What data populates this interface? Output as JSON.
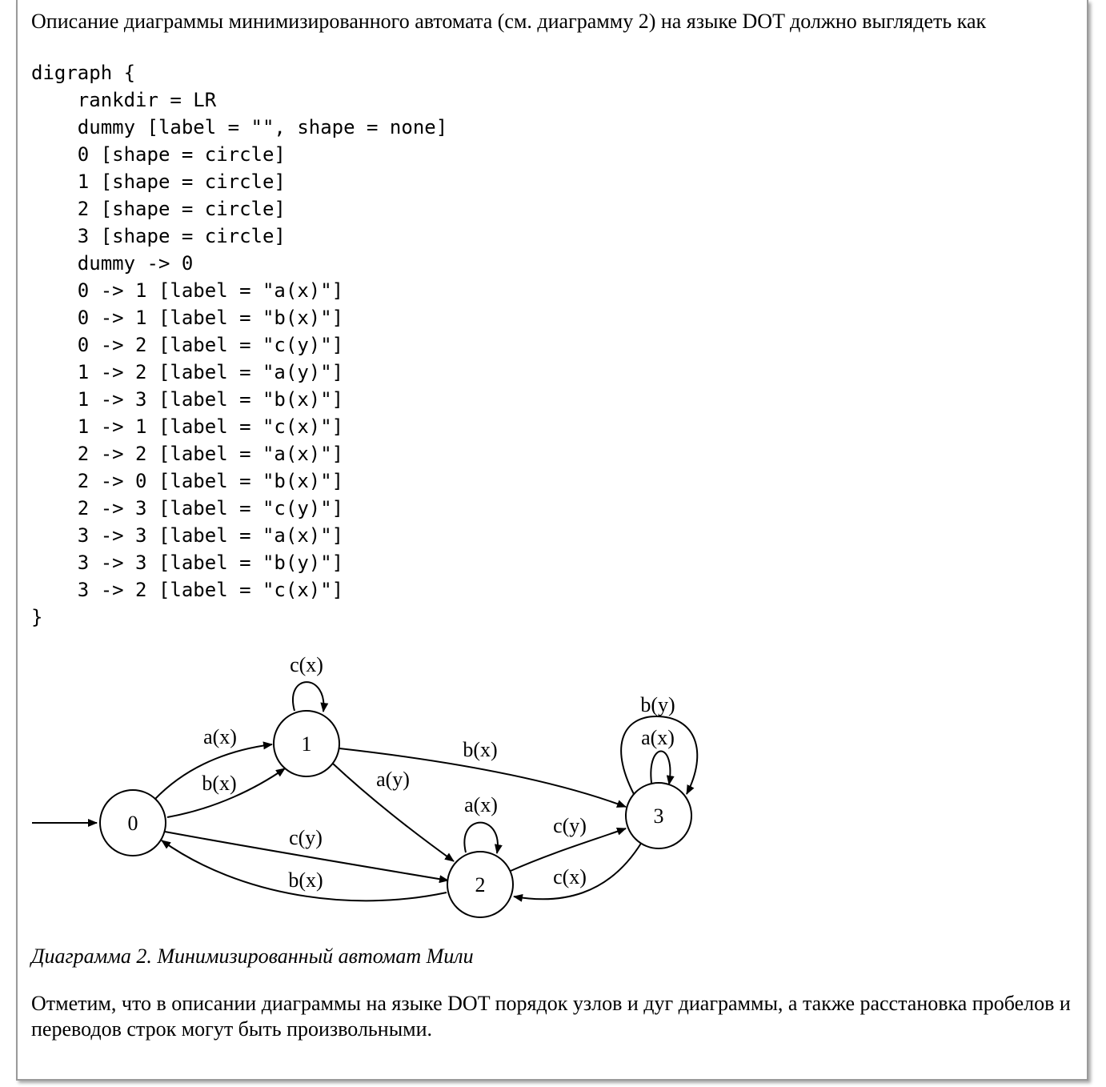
{
  "intro_text": "Описание диаграммы минимизированного автомата (см. диаграмму 2) на языке DOT должно выглядеть как",
  "code_lines": [
    "digraph {",
    "    rankdir = LR",
    "    dummy [label = \"\", shape = none]",
    "    0 [shape = circle]",
    "    1 [shape = circle]",
    "    2 [shape = circle]",
    "    3 [shape = circle]",
    "    dummy -> 0",
    "    0 -> 1 [label = \"a(x)\"]",
    "    0 -> 1 [label = \"b(x)\"]",
    "    0 -> 2 [label = \"c(y)\"]",
    "    1 -> 2 [label = \"a(y)\"]",
    "    1 -> 3 [label = \"b(x)\"]",
    "    1 -> 1 [label = \"c(x)\"]",
    "    2 -> 2 [label = \"a(x)\"]",
    "    2 -> 0 [label = \"b(x)\"]",
    "    2 -> 3 [label = \"c(y)\"]",
    "    3 -> 3 [label = \"a(x)\"]",
    "    3 -> 3 [label = \"b(y)\"]",
    "    3 -> 2 [label = \"c(x)\"]",
    "}"
  ],
  "diagram": {
    "nodes": [
      "0",
      "1",
      "2",
      "3"
    ],
    "edges": [
      {
        "from": "0",
        "to": "1",
        "label": "a(x)"
      },
      {
        "from": "0",
        "to": "1",
        "label": "b(x)"
      },
      {
        "from": "0",
        "to": "2",
        "label": "c(y)"
      },
      {
        "from": "1",
        "to": "2",
        "label": "a(y)"
      },
      {
        "from": "1",
        "to": "3",
        "label": "b(x)"
      },
      {
        "from": "1",
        "to": "1",
        "label": "c(x)"
      },
      {
        "from": "2",
        "to": "2",
        "label": "a(x)"
      },
      {
        "from": "2",
        "to": "0",
        "label": "b(x)"
      },
      {
        "from": "2",
        "to": "3",
        "label": "c(y)"
      },
      {
        "from": "3",
        "to": "3",
        "label": "a(x)"
      },
      {
        "from": "3",
        "to": "3",
        "label": "b(y)"
      },
      {
        "from": "3",
        "to": "2",
        "label": "c(x)"
      }
    ]
  },
  "caption": "Диаграмма 2. Минимизированный автомат Мили",
  "note": "Отметим, что в описании диаграммы на языке DOT порядок узлов и дуг диаграммы, а также расстановка пробелов и переводов строк могут быть произвольными."
}
